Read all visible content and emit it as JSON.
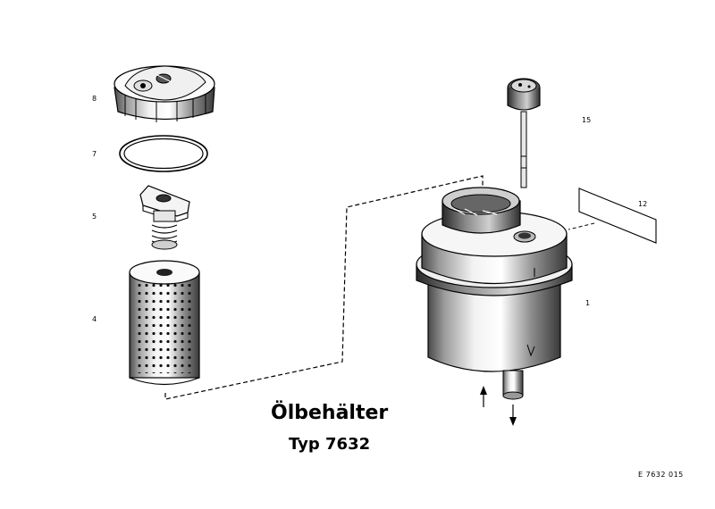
{
  "title": "Ölbehälter",
  "subtitle": "Typ 7632",
  "reference": "E  7632  015",
  "callouts": {
    "cap": "8",
    "ring": "7",
    "valve": "5",
    "filter": "4",
    "dipstick": "15",
    "label": "12",
    "reservoir": "1"
  },
  "colors": {
    "line": "#000000",
    "shade": "#6e6e6e",
    "light": "#d9d9d9",
    "background": "#ffffff"
  }
}
